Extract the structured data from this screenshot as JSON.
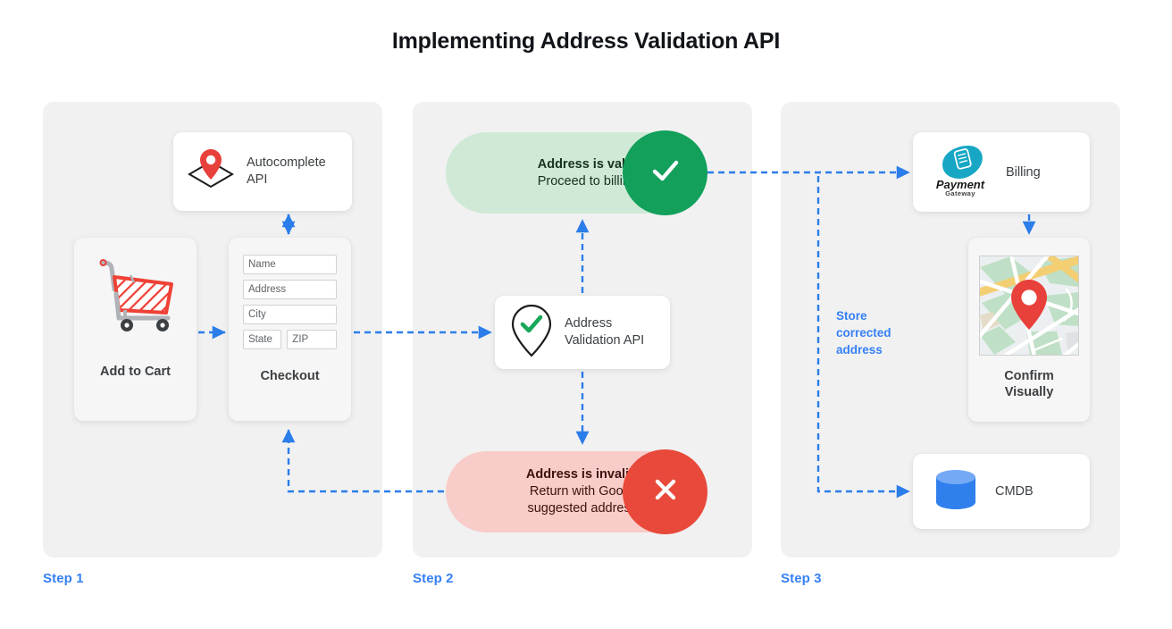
{
  "title": "Implementing Address Validation API",
  "colors": {
    "page_bg": "#ffffff",
    "panel_bg": "#f1f1f2",
    "accent_blue": "#3680f5",
    "valid_pill_bg": "#cfe9d6",
    "valid_badge": "#12a05b",
    "invalid_pill_bg": "#f8cdc9",
    "invalid_badge": "#e8493a",
    "text_dark": "#3c4043",
    "payment_teal": "#17a7c4",
    "cmdb_blue": "#2f80ed",
    "pin_red": "#e8403a"
  },
  "steps": [
    {
      "label": "Step 1"
    },
    {
      "label": "Step 2"
    },
    {
      "label": "Step 3"
    }
  ],
  "step1": {
    "autocomplete_card": {
      "label": "Autocomplete API",
      "line1": "Autocomplete",
      "line2": "API",
      "icon": "map-pin-diamond-icon"
    },
    "add_to_cart": {
      "caption": "Add to Cart",
      "icon": "shopping-cart-icon"
    },
    "checkout": {
      "caption": "Checkout",
      "fields": [
        {
          "name": "name-field",
          "placeholder": "Name"
        },
        {
          "name": "address-field",
          "placeholder": "Address"
        },
        {
          "name": "city-field",
          "placeholder": "City"
        },
        {
          "name": "state-field",
          "placeholder": "State"
        },
        {
          "name": "zip-field",
          "placeholder": "ZIP"
        }
      ]
    }
  },
  "step2": {
    "valid": {
      "headline": "Address is valid.",
      "subline": "Proceed to billing.",
      "badge_icon": "check-icon"
    },
    "invalid": {
      "headline": "Address is invalid.",
      "subline1": "Return with Google",
      "subline2": "suggested address.",
      "badge_icon": "close-icon"
    },
    "validation_card": {
      "line1": "Address",
      "line2": "Validation API",
      "icon": "pin-check-icon"
    }
  },
  "step3": {
    "billing": {
      "label": "Billing",
      "logo_primary": "Payment",
      "logo_secondary": "Gateway",
      "icon": "payment-gateway-icon"
    },
    "confirm": {
      "line1": "Confirm",
      "line2": "Visually",
      "icon": "map-thumbnail-icon"
    },
    "cmdb": {
      "label": "CMDB",
      "icon": "database-cylinder-icon"
    },
    "store_note": "Store corrected address"
  }
}
